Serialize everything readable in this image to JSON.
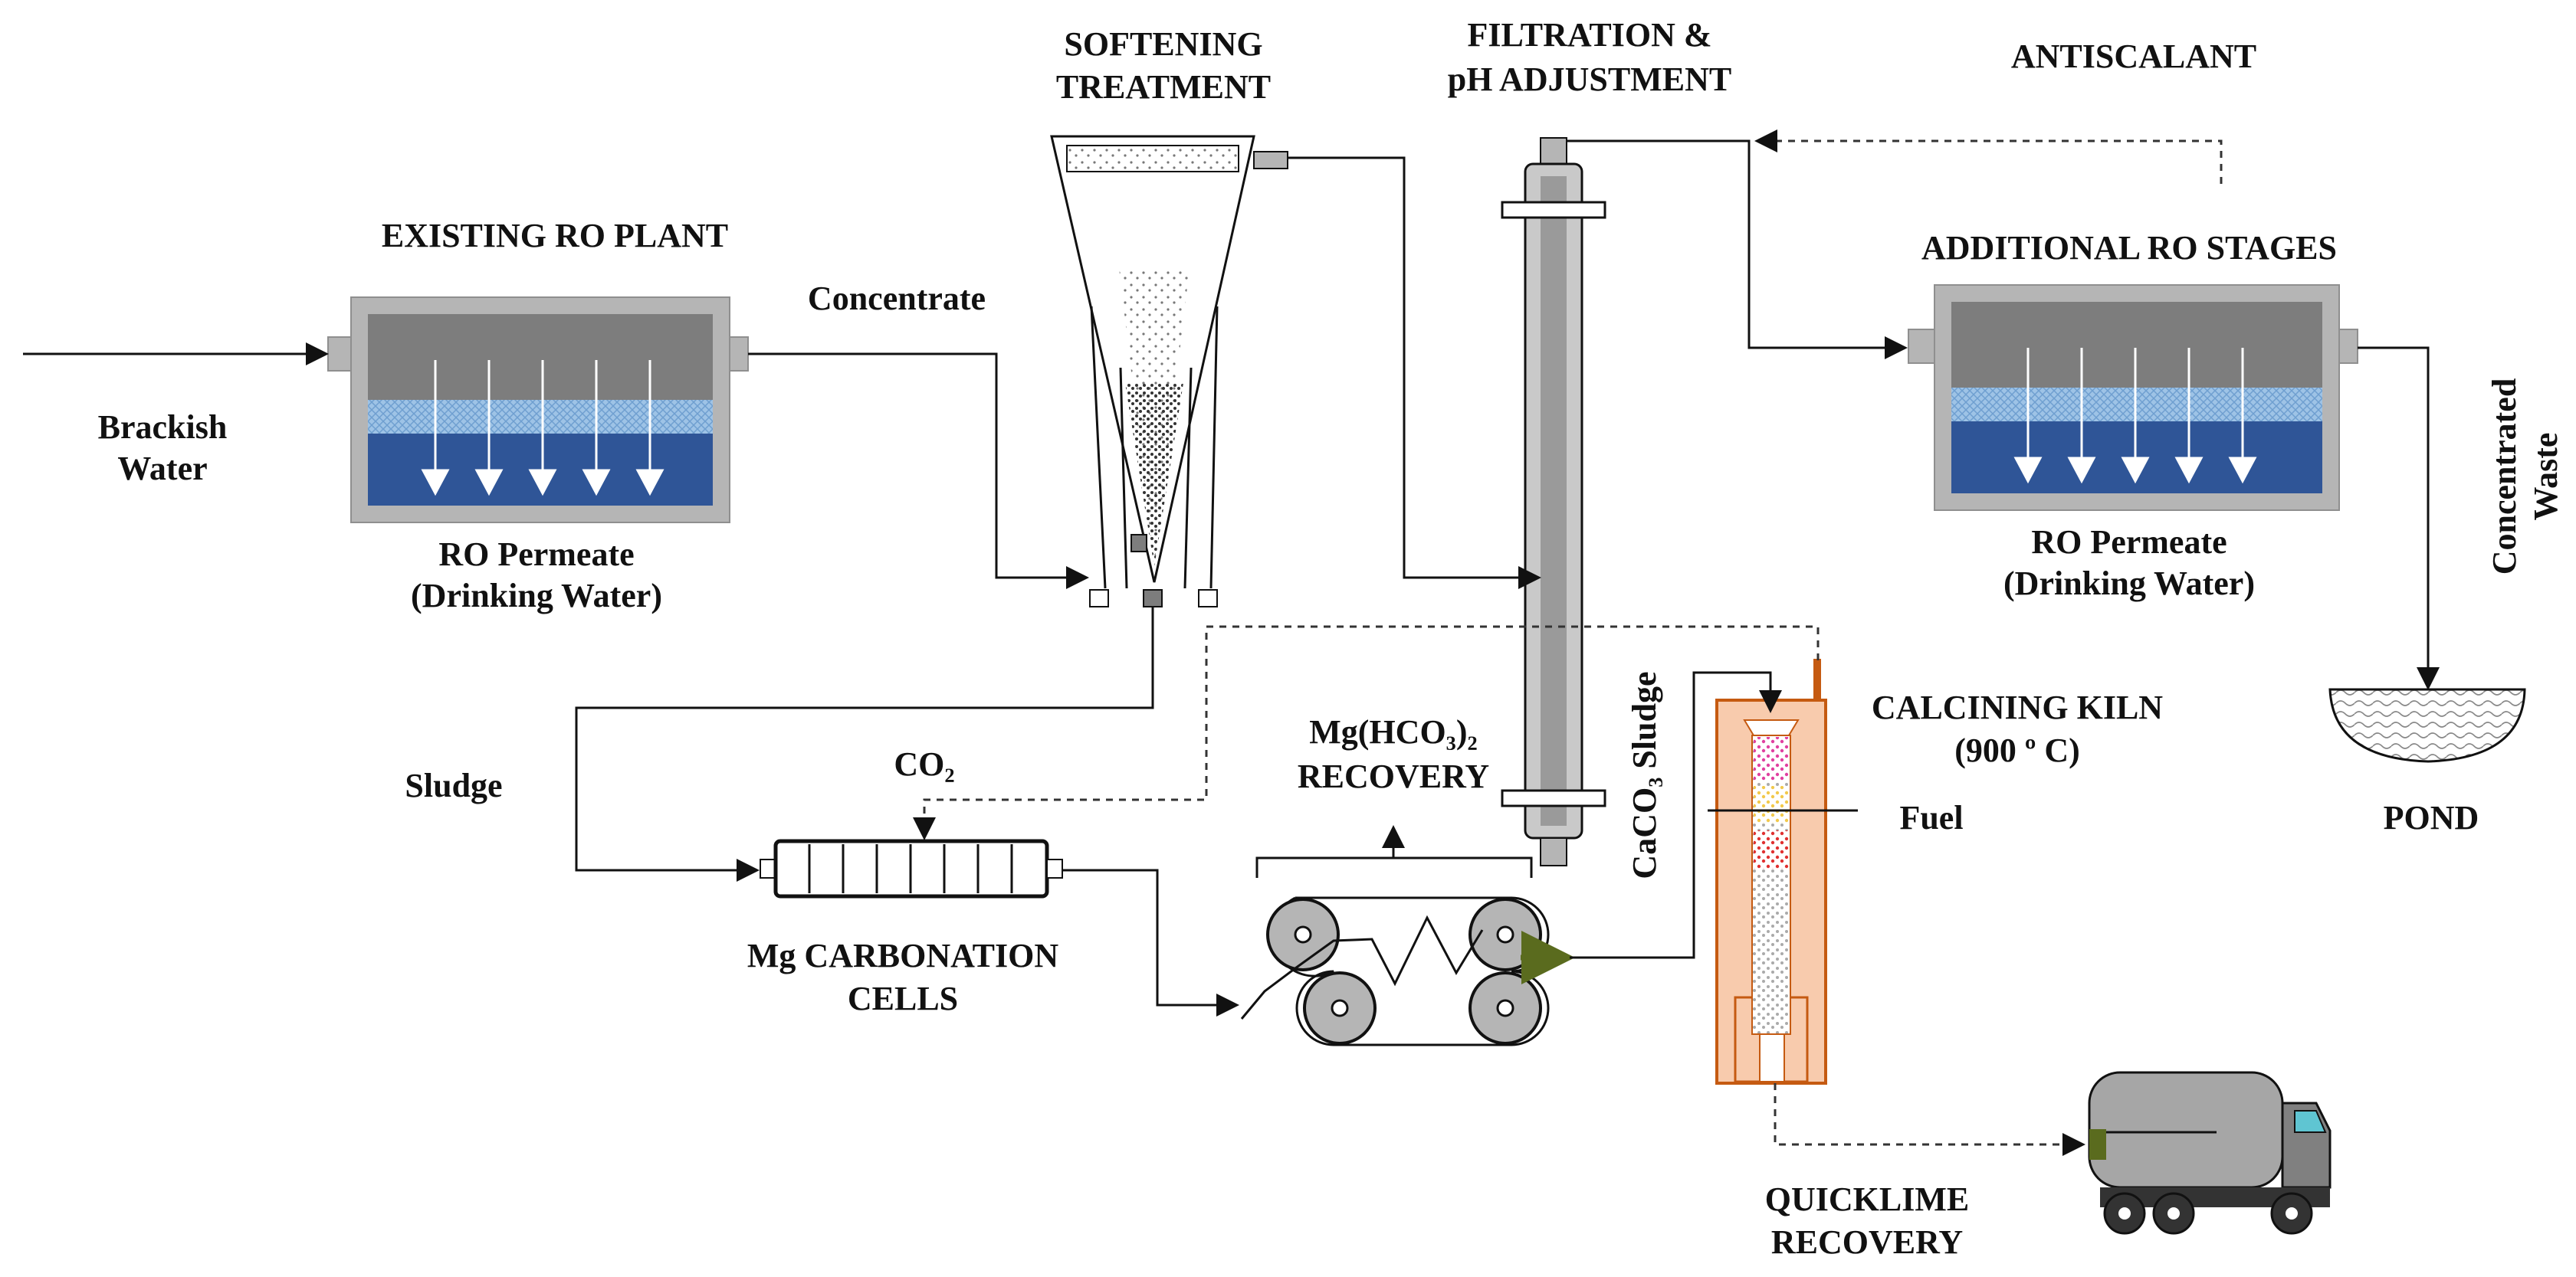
{
  "labels": {
    "softening_1": "SOFTENING",
    "softening_2": "TREATMENT",
    "filtration_1": "FILTRATION &",
    "filtration_2": "pH ADJUSTMENT",
    "antiscalant": "ANTISCALANT",
    "existing_ro": "EXISTING RO PLANT",
    "concentrate": "Concentrate",
    "additional_ro": "ADDITIONAL RO STAGES",
    "brackish_1": "Brackish",
    "brackish_2": "Water",
    "ro_permeate_left_1": "RO Permeate",
    "ro_permeate_left_2": "(Drinking Water)",
    "ro_permeate_right_1": "RO Permeate",
    "ro_permeate_right_2": "(Drinking Water)",
    "concentrated_1": "Concentrated",
    "concentrated_2": "Waste",
    "sludge": "Sludge",
    "co2": "CO₂",
    "mghco3_1": "Mg(HCO₃)₂",
    "mghco3_2": "RECOVERY",
    "caco3_sludge": "CaCO₃ Sludge",
    "calcining_1": "CALCINING KILN",
    "calcining_2": "(900 º C)",
    "fuel": "Fuel",
    "pond": "POND",
    "mg_carb_1": "Mg CARBONATION",
    "mg_carb_2": "CELLS",
    "quicklime_1": "QUICKLIME",
    "quicklime_2": "RECOVERY"
  },
  "colors": {
    "membrane_frame": "#b5b5b5",
    "concentrate_zone": "#7d7d7d",
    "membrane_band": "#9ec3e6",
    "permeate_zone": "#2f5597",
    "kiln_body": "#f8cbad",
    "kiln_outline": "#c55a11",
    "truck_body": "#a6a6a6",
    "truck_cab": "#808080",
    "truck_window": "#5fc5d2",
    "line": "#111111"
  },
  "icons": {
    "ro_unit": "ro-membrane-unit-icon",
    "softener": "conical-clarifier-icon",
    "filter": "cartridge-filter-icon",
    "carbonation": "carbonation-cells-icon",
    "belt_filter": "belt-filter-press-icon",
    "kiln": "calcining-kiln-icon",
    "pond": "evaporation-pond-icon",
    "truck": "truck-icon"
  }
}
